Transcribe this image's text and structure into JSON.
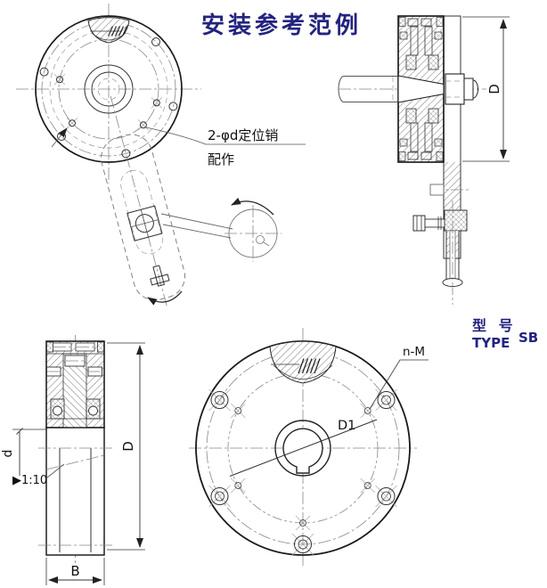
{
  "title": "安装参考范例",
  "colors": {
    "accent": "#232380",
    "line": "#1a1a1a"
  },
  "callout": {
    "pin_line1": "2-φd定位销",
    "pin_line2": "配作"
  },
  "model": {
    "label_cn": "型 号",
    "label_en": "TYPE",
    "value": "SB"
  },
  "dimensions": {
    "outer_diameter": "D",
    "bore_diameter": "d",
    "hub_width": "B",
    "bolt_circle_diameter": "D1",
    "tap_holes": "n-M",
    "taper": "▶1:10"
  }
}
